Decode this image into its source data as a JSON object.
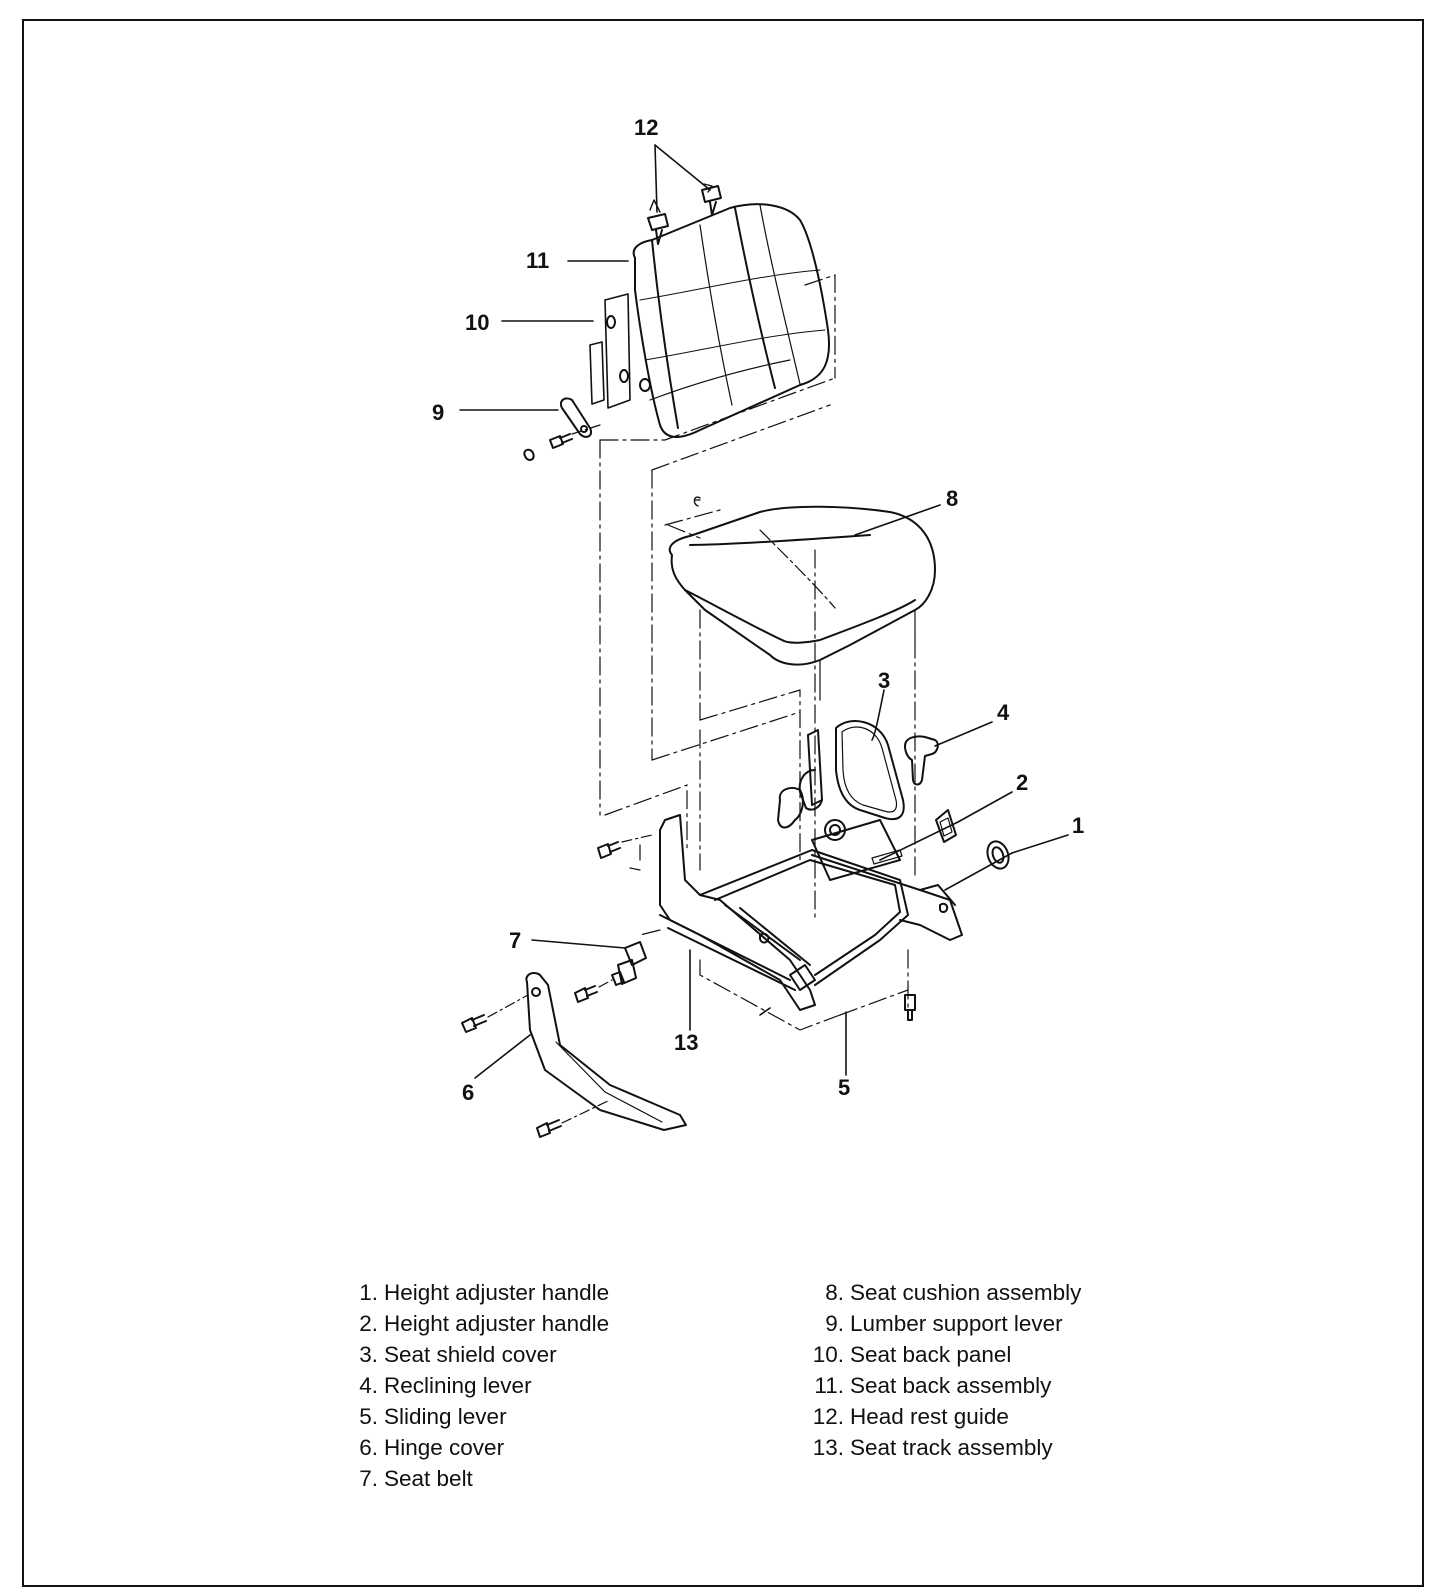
{
  "diagram": {
    "callouts": [
      {
        "id": "1",
        "label": "1"
      },
      {
        "id": "2",
        "label": "2"
      },
      {
        "id": "3",
        "label": "3"
      },
      {
        "id": "4",
        "label": "4"
      },
      {
        "id": "5",
        "label": "5"
      },
      {
        "id": "6",
        "label": "6"
      },
      {
        "id": "7",
        "label": "7"
      },
      {
        "id": "8",
        "label": "8"
      },
      {
        "id": "9",
        "label": "9"
      },
      {
        "id": "10",
        "label": "10"
      },
      {
        "id": "11",
        "label": "11"
      },
      {
        "id": "12",
        "label": "12"
      },
      {
        "id": "13",
        "label": "13"
      }
    ]
  },
  "legend": {
    "left": [
      {
        "num": "1.",
        "text": "Height adjuster handle"
      },
      {
        "num": "2.",
        "text": "Height adjuster handle"
      },
      {
        "num": "3.",
        "text": "Seat shield cover"
      },
      {
        "num": "4.",
        "text": "Reclining lever"
      },
      {
        "num": "5.",
        "text": "Sliding lever"
      },
      {
        "num": "6.",
        "text": "Hinge cover"
      },
      {
        "num": "7.",
        "text": "Seat belt"
      }
    ],
    "right": [
      {
        "num": "8.",
        "text": "Seat cushion assembly"
      },
      {
        "num": "9.",
        "text": "Lumber support lever"
      },
      {
        "num": "10.",
        "text": "Seat back panel"
      },
      {
        "num": "11.",
        "text": "Seat back assembly"
      },
      {
        "num": "12.",
        "text": "Head rest guide"
      },
      {
        "num": "13.",
        "text": "Seat track assembly"
      }
    ]
  }
}
